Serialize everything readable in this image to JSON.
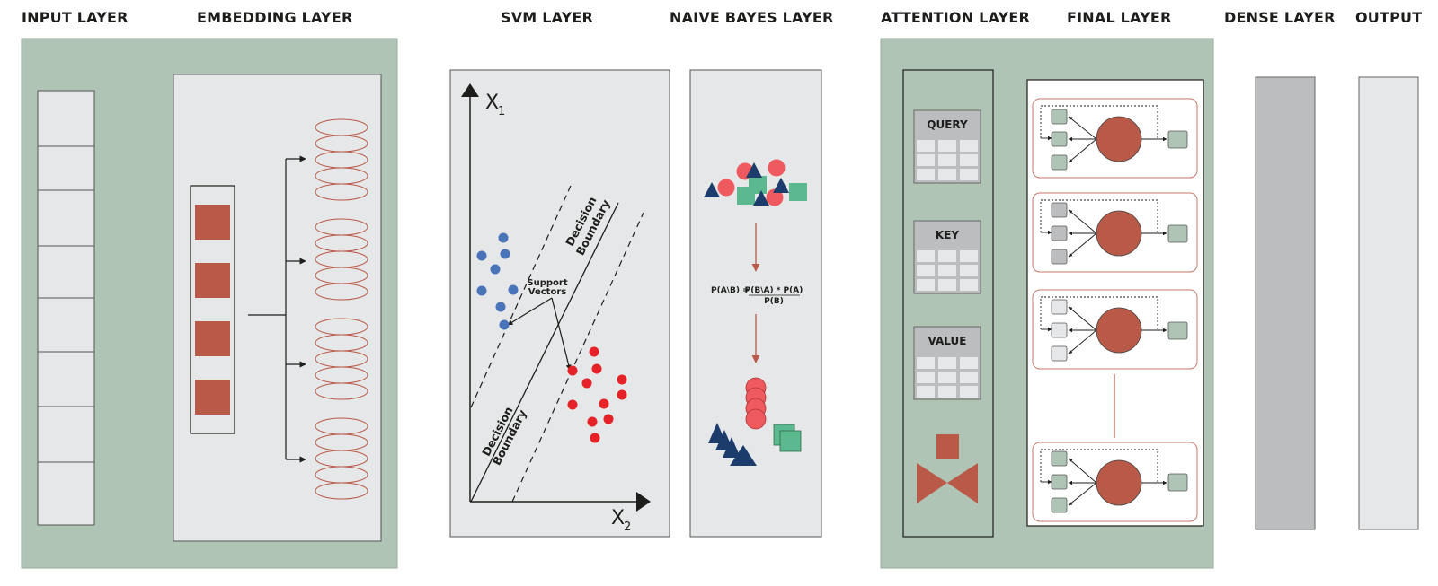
{
  "headers": {
    "input": "INPUT LAYER",
    "embedding": "EMBEDDING LAYER",
    "svm": "SVM LAYER",
    "naive_bayes": "NAIVE BAYES LAYER",
    "attention": "ATTENTION LAYER",
    "final": "FINAL LAYER",
    "dense": "DENSE LAYER",
    "output": "OUTPUT"
  },
  "svm": {
    "axis_y": "X",
    "axis_y_sub": "1",
    "axis_x": "X",
    "axis_x_sub": "2",
    "boundary_top_1": "Decision",
    "boundary_top_2": "Boundary",
    "boundary_bottom_1": "Decision",
    "boundary_bottom_2": "Boundary",
    "support_1": "Support",
    "support_2": "Vectors"
  },
  "naive_bayes": {
    "lhs": "P(A\\B) = ",
    "numerator": "P(B\\A) * P(A)",
    "denominator": "P(B)"
  },
  "attention": {
    "query": "QUERY",
    "key": "KEY",
    "value": "VALUE"
  },
  "colors": {
    "green_panel": "#b0c4b6",
    "grey_panel": "#e6e7e8",
    "rust": "#b85a47",
    "blue_dot": "#4a74b9",
    "red_dot": "#e52228",
    "navy": "#1c3d6b",
    "teal": "#5cb88e",
    "pink": "#ef5a5e",
    "dense_bar": "#bcbdbf"
  }
}
